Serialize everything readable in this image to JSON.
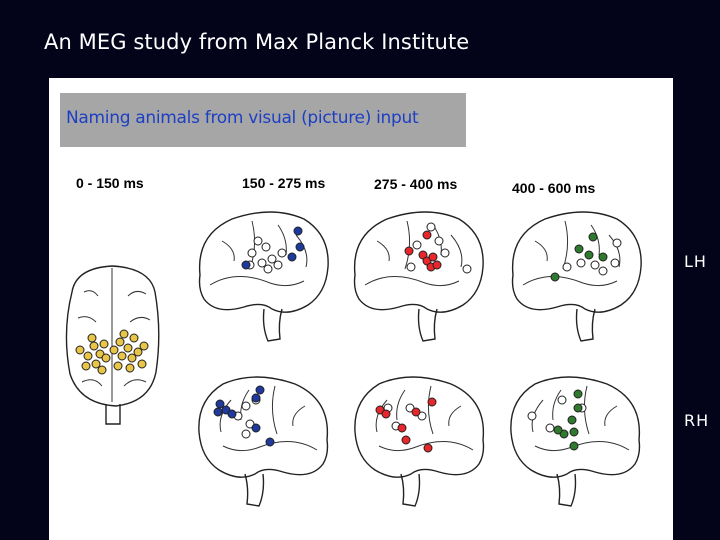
{
  "slide": {
    "title": "An MEG study from Max Planck Institute"
  },
  "figure": {
    "caption": "Naming animals from visual (picture) input",
    "time_windows": [
      "0 - 150 ms",
      "150 - 275 ms",
      "275 - 400 ms",
      "400 - 600 ms"
    ],
    "hemisphere_labels": {
      "left": "LH",
      "right": "RH"
    },
    "colors": {
      "window_0_150": "#e8c547",
      "window_150_275": "#1f3a9e",
      "window_275_400": "#e8262b",
      "window_400_600": "#2f7a2f",
      "neutral_spot": "#ffffff",
      "background": "#030319",
      "caption_box": "#a6a6a6",
      "caption_text": "#1d3fc4"
    },
    "panels": [
      {
        "id": "back-view",
        "view": "posterior",
        "time_window": "0 - 150 ms"
      },
      {
        "id": "lh-150-275",
        "view": "left lateral",
        "time_window": "150 - 275 ms"
      },
      {
        "id": "lh-275-400",
        "view": "left lateral",
        "time_window": "275 - 400 ms"
      },
      {
        "id": "lh-400-600",
        "view": "left lateral",
        "time_window": "400 - 600 ms"
      },
      {
        "id": "rh-150-275",
        "view": "right lateral",
        "time_window": "150 - 275 ms"
      },
      {
        "id": "rh-275-400",
        "view": "right lateral",
        "time_window": "275 - 400 ms"
      },
      {
        "id": "rh-400-600",
        "view": "right lateral",
        "time_window": "400 - 600 ms"
      }
    ]
  }
}
